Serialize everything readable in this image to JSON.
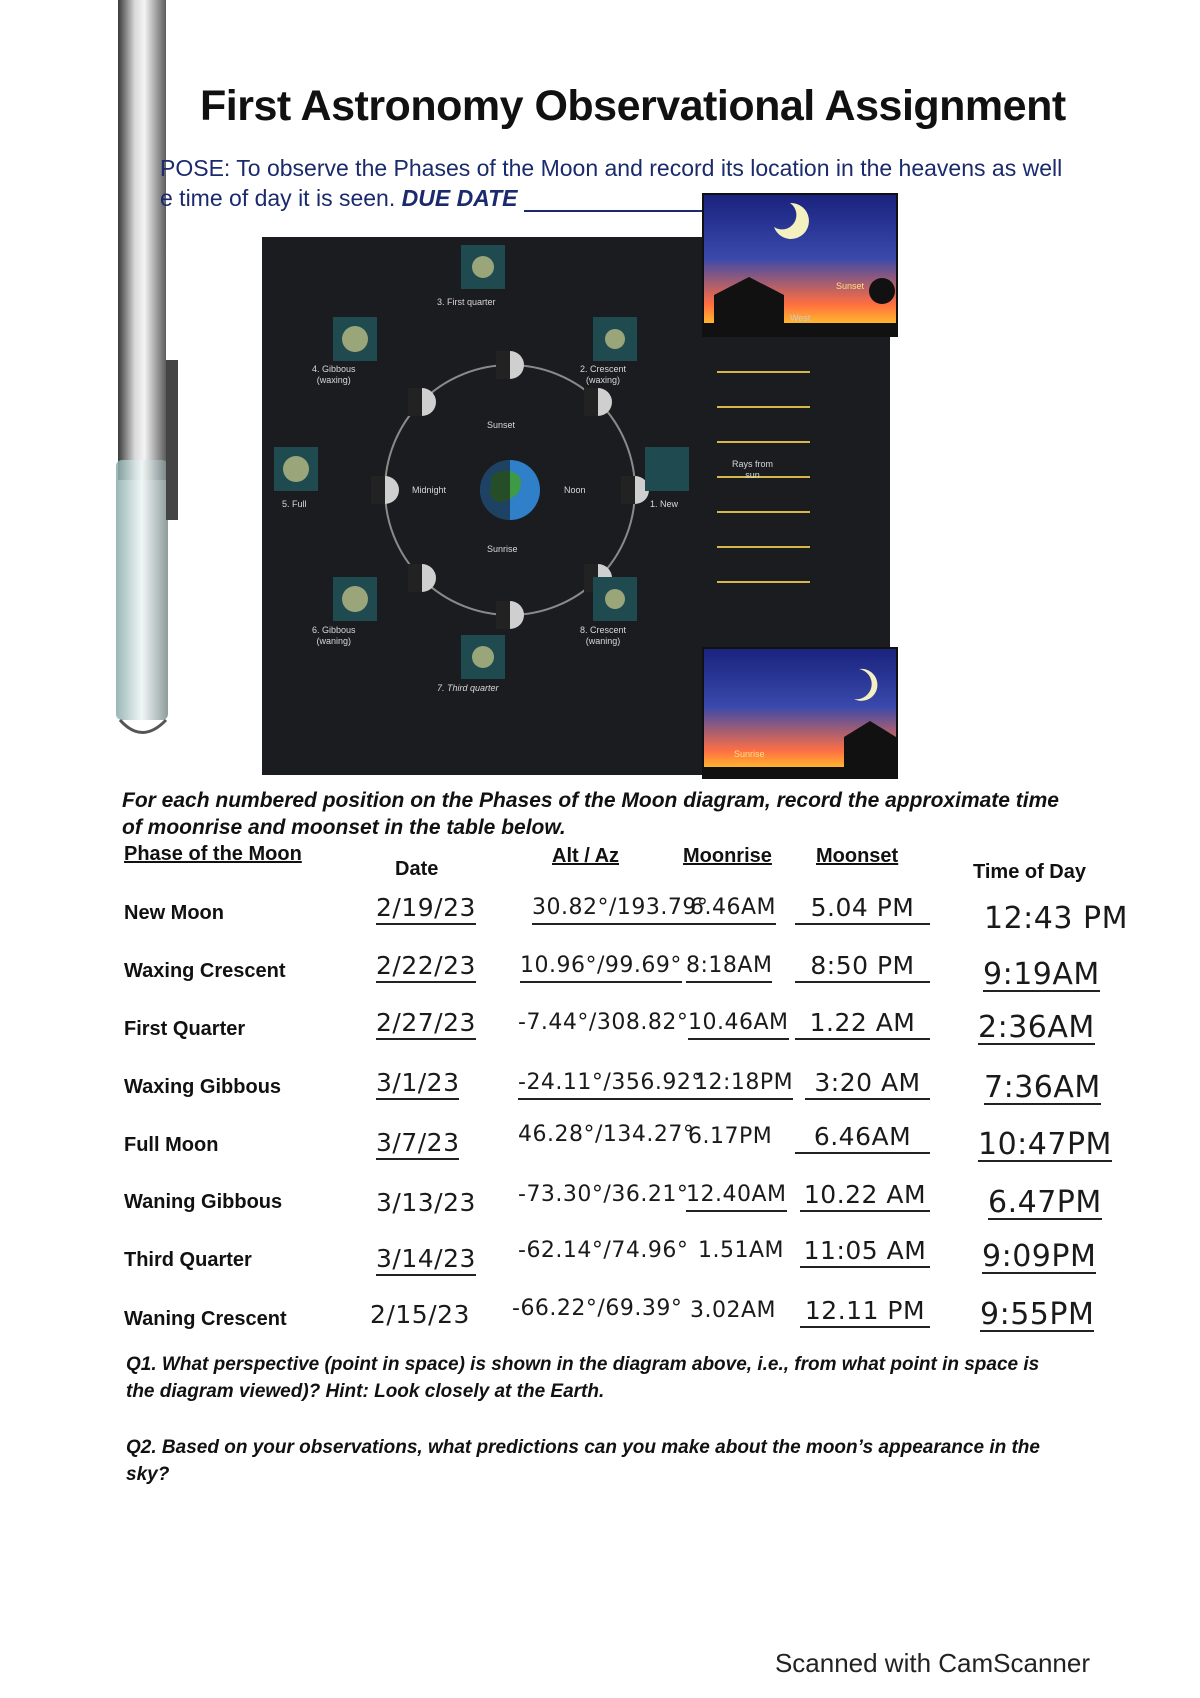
{
  "header": {
    "title": "First Astronomy Observational Assignment",
    "purpose_line1": "POSE:  To observe the Phases of the Moon and record its location in the heavens as well",
    "purpose_line2_prefix": "e time of day it is seen.",
    "due_date_label": "DUE DATE"
  },
  "diagram": {
    "labels": {
      "first_quarter": "3. First quarter",
      "gibbous_waxing": "4. Gibbous\n(waxing)",
      "crescent_waxing": "2. Crescent\n(waxing)",
      "full": "5. Full",
      "new": "1. New",
      "gibbous_waning": "6. Gibbous\n(waning)",
      "crescent_waning": "8. Crescent\n(waning)",
      "third_quarter": "7. Third quarter",
      "sunset": "Sunset",
      "sunrise": "Sunrise",
      "midnight": "Midnight",
      "noon": "Noon",
      "rays": "Rays from\nsun",
      "west": "West",
      "sunset_inset": "Sunset",
      "sunrise_inset": "Sunrise"
    }
  },
  "instructions": "For each numbered position on the Phases of the Moon diagram, record the approximate time of moonrise and moonset in the table below.",
  "table": {
    "headers": {
      "phase": "Phase of the Moon",
      "date": "Date",
      "altaz": "Alt / Az",
      "moonrise": "Moonrise",
      "moonset": "Moonset",
      "time": "Time of Day"
    },
    "rows": [
      {
        "phase": "New Moon",
        "date": "2/19/23",
        "altaz": "30.82°/193.79°",
        "rise": "6.46AM",
        "set": "5.04 PM",
        "time": "12:43 PM"
      },
      {
        "phase": "Waxing Crescent",
        "date": "2/22/23",
        "altaz": "10.96°/99.69°",
        "rise": "8:18AM",
        "set": "8:50 PM",
        "time": "9:19AM"
      },
      {
        "phase": "First Quarter",
        "date": "2/27/23",
        "altaz": "-7.44°/308.82°",
        "rise": "10.46AM",
        "set": "1.22 AM",
        "time": "2:36AM"
      },
      {
        "phase": "Waxing Gibbous",
        "date": "3/1/23",
        "altaz": "-24.11°/356.92°",
        "rise": "12:18PM",
        "set": "3:20 AM",
        "time": "7:36AM"
      },
      {
        "phase": "Full Moon",
        "date": "3/7/23",
        "altaz": "46.28°/134.27°",
        "rise": "6.17PM",
        "set": "6.46AM",
        "time": "10:47PM"
      },
      {
        "phase": "Waning Gibbous",
        "date": "3/13/23",
        "altaz": "-73.30°/36.21°",
        "rise": "12.40AM",
        "set": "10.22 AM",
        "time": "6.47PM"
      },
      {
        "phase": "Third Quarter",
        "date": "3/14/23",
        "altaz": "-62.14°/74.96°",
        "rise": "1.51AM",
        "set": "11:05 AM",
        "time": "9:09PM"
      },
      {
        "phase": "Waning Crescent",
        "date": "2/15/23",
        "altaz": "-66.22°/69.39°",
        "rise": "3.02AM",
        "set": "12.11 PM",
        "time": "9:55PM"
      }
    ]
  },
  "questions": {
    "q1": "Q1. What perspective (point in space) is shown in the diagram above, i.e., from what point in space is the diagram viewed)? Hint: Look closely at the Earth.",
    "q2": "Q2. Based on your observations, what predictions can you make about the moon’s appearance in the sky?"
  },
  "footer": {
    "scanned": "Scanned with CamScanner"
  }
}
